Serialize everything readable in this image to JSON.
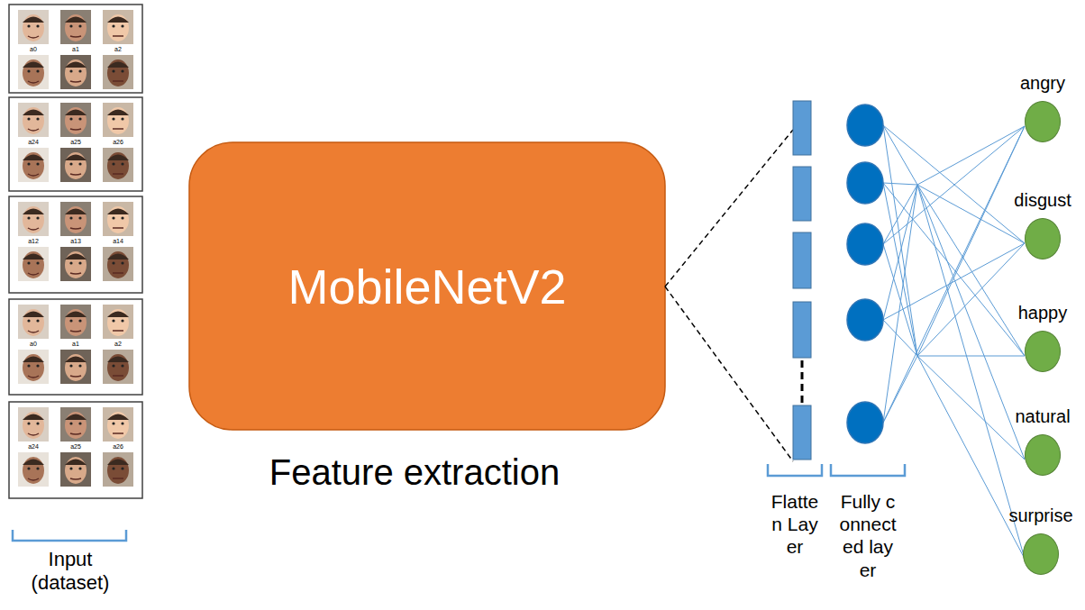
{
  "diagram": {
    "nodes": [
      {
        "text": [
          "MobileNetV2"
        ]
      },
      {
        "text": [
          "angry"
        ]
      },
      {
        "text": [
          "disgust"
        ]
      },
      {
        "text": [
          "happy"
        ]
      },
      {
        "text": [
          "natural"
        ]
      },
      {
        "text": [
          "surprise"
        ]
      }
    ],
    "labels": [
      "a0",
      "a1",
      "a2",
      "a24",
      "a25",
      "a26",
      "a12",
      "a13",
      "a14",
      "a0",
      "a1",
      "a2",
      "a24",
      "a25",
      "a26",
      "Input (dataset)",
      "Feature extraction",
      "Flatten Layer",
      "Fully connected layer"
    ]
  }
}
